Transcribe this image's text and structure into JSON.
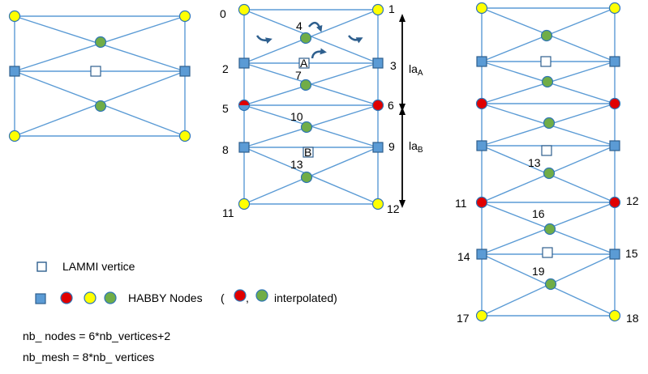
{
  "colors": {
    "line": "#5b9bd5",
    "square": "#5b9bd5",
    "square_stroke": "#2e5f8e",
    "yellow": "#ffff00",
    "red": "#e00000",
    "green": "#70ad47",
    "circle_stroke": "#2e75b6",
    "arrow": "#000000",
    "text": "#000000"
  },
  "middle": {
    "node_labels": [
      "0",
      "1",
      "2",
      "3",
      "4",
      "5",
      "6",
      "7",
      "8",
      "9",
      "10",
      "11",
      "12",
      "13"
    ],
    "vertex_A": "A",
    "vertex_B": "B",
    "la_a_main": "la",
    "la_a_sub": "A",
    "la_b_main": "la",
    "la_b_sub": "B"
  },
  "right": {
    "node_labels": [
      "11",
      "12",
      "13",
      "14",
      "15",
      "16",
      "17",
      "18",
      "19"
    ]
  },
  "legend": {
    "lammi": "LAMMI vertice",
    "habby": "HABBY Nodes",
    "open_paren": "(",
    "comma": ",",
    "interpolated": "interpolated)"
  },
  "formulas": {
    "nodes": "nb_ nodes  = 6*nb_vertices+2",
    "mesh": "nb_mesh =  8*nb_ vertices"
  }
}
